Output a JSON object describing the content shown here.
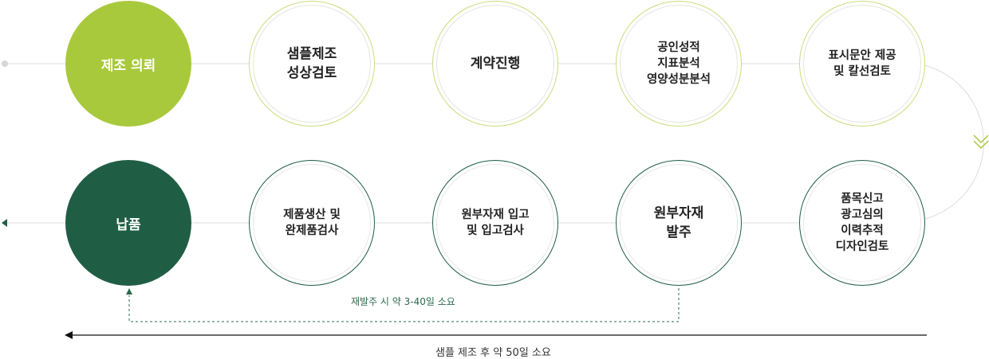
{
  "top_row": [
    {
      "id": "order-request",
      "label": "제조 의뢰"
    },
    {
      "id": "sample-review",
      "label": "샘플제조\n성상검토"
    },
    {
      "id": "contract",
      "label": "계약진행"
    },
    {
      "id": "analysis",
      "label": "공인성적\n지표분석\n영양성분분석"
    },
    {
      "id": "labeling",
      "label": "표시문안 제공\n및 칼선검토"
    }
  ],
  "bottom_row": [
    {
      "id": "delivery",
      "label": "납품"
    },
    {
      "id": "production",
      "label": "제품생산 및\n완제품검사"
    },
    {
      "id": "material-inspect",
      "label": "원부자재 입고\n및 입고검사"
    },
    {
      "id": "material-order",
      "label": "원부자재\n발주"
    },
    {
      "id": "report-design",
      "label": "품목신고\n광고심의\n이력추적\n디자인검토"
    }
  ],
  "notes": {
    "reorder": "재발주 시 약 3-40일 소요",
    "sample_lead": "샘플 제조 후 약 50일 소요"
  },
  "colors": {
    "lime": "#a9c93d",
    "dark_green": "#1f5e45",
    "line": "#dcdcdc",
    "outline": "#c8dd7d"
  }
}
